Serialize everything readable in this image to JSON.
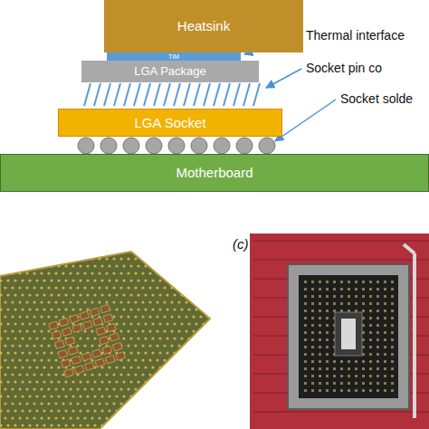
{
  "diagram": {
    "nodes": [
      {
        "text": [
          "Heatsink"
        ]
      },
      {
        "text": [
          "TIM"
        ]
      },
      {
        "text": [
          "LGA Package"
        ]
      },
      {
        "text": [
          "LGA Socket"
        ]
      },
      {
        "text": [
          "Motherboard"
        ]
      }
    ],
    "edges": [],
    "labels": [
      "Thermal interface",
      "Socket pin co",
      "Socket solde",
      "(c)"
    ]
  }
}
